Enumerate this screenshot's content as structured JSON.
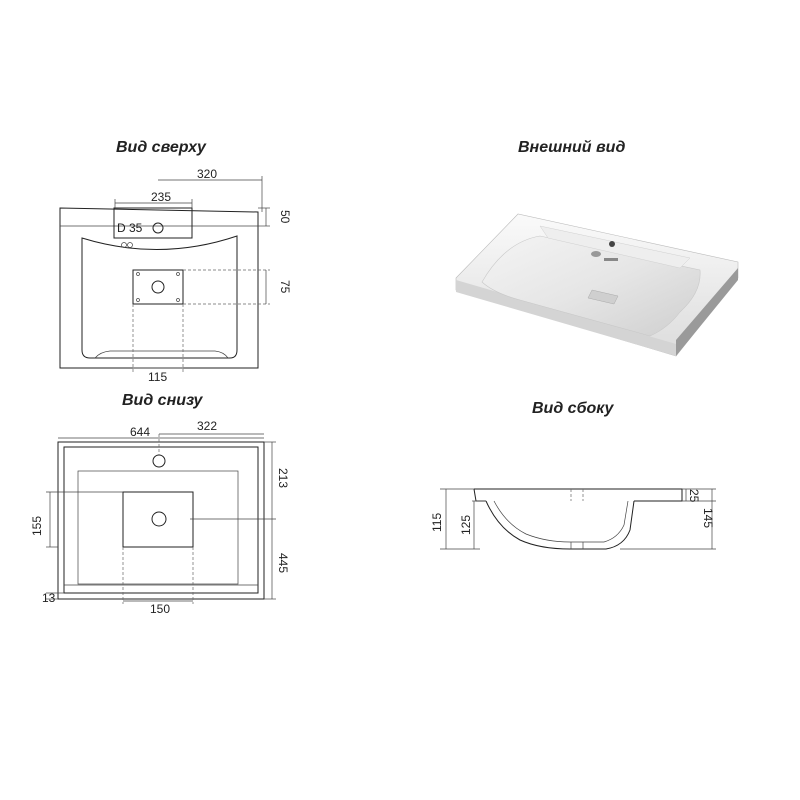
{
  "titles": {
    "top_view": "Вид сверху",
    "external_view": "Внешний вид",
    "bottom_view": "Вид снизу",
    "side_view": "Вид сбоку"
  },
  "top_view": {
    "dim_320": "320",
    "dim_235": "235",
    "dim_50": "50",
    "dim_d35": "D 35",
    "dim_75": "75",
    "dim_115": "115"
  },
  "bottom_view": {
    "dim_644": "644",
    "dim_322": "322",
    "dim_213": "213",
    "dim_155": "155",
    "dim_445": "445",
    "dim_13": "13",
    "dim_150": "150"
  },
  "side_view": {
    "dim_115": "115",
    "dim_125": "125",
    "dim_25": "25",
    "dim_145": "145"
  }
}
